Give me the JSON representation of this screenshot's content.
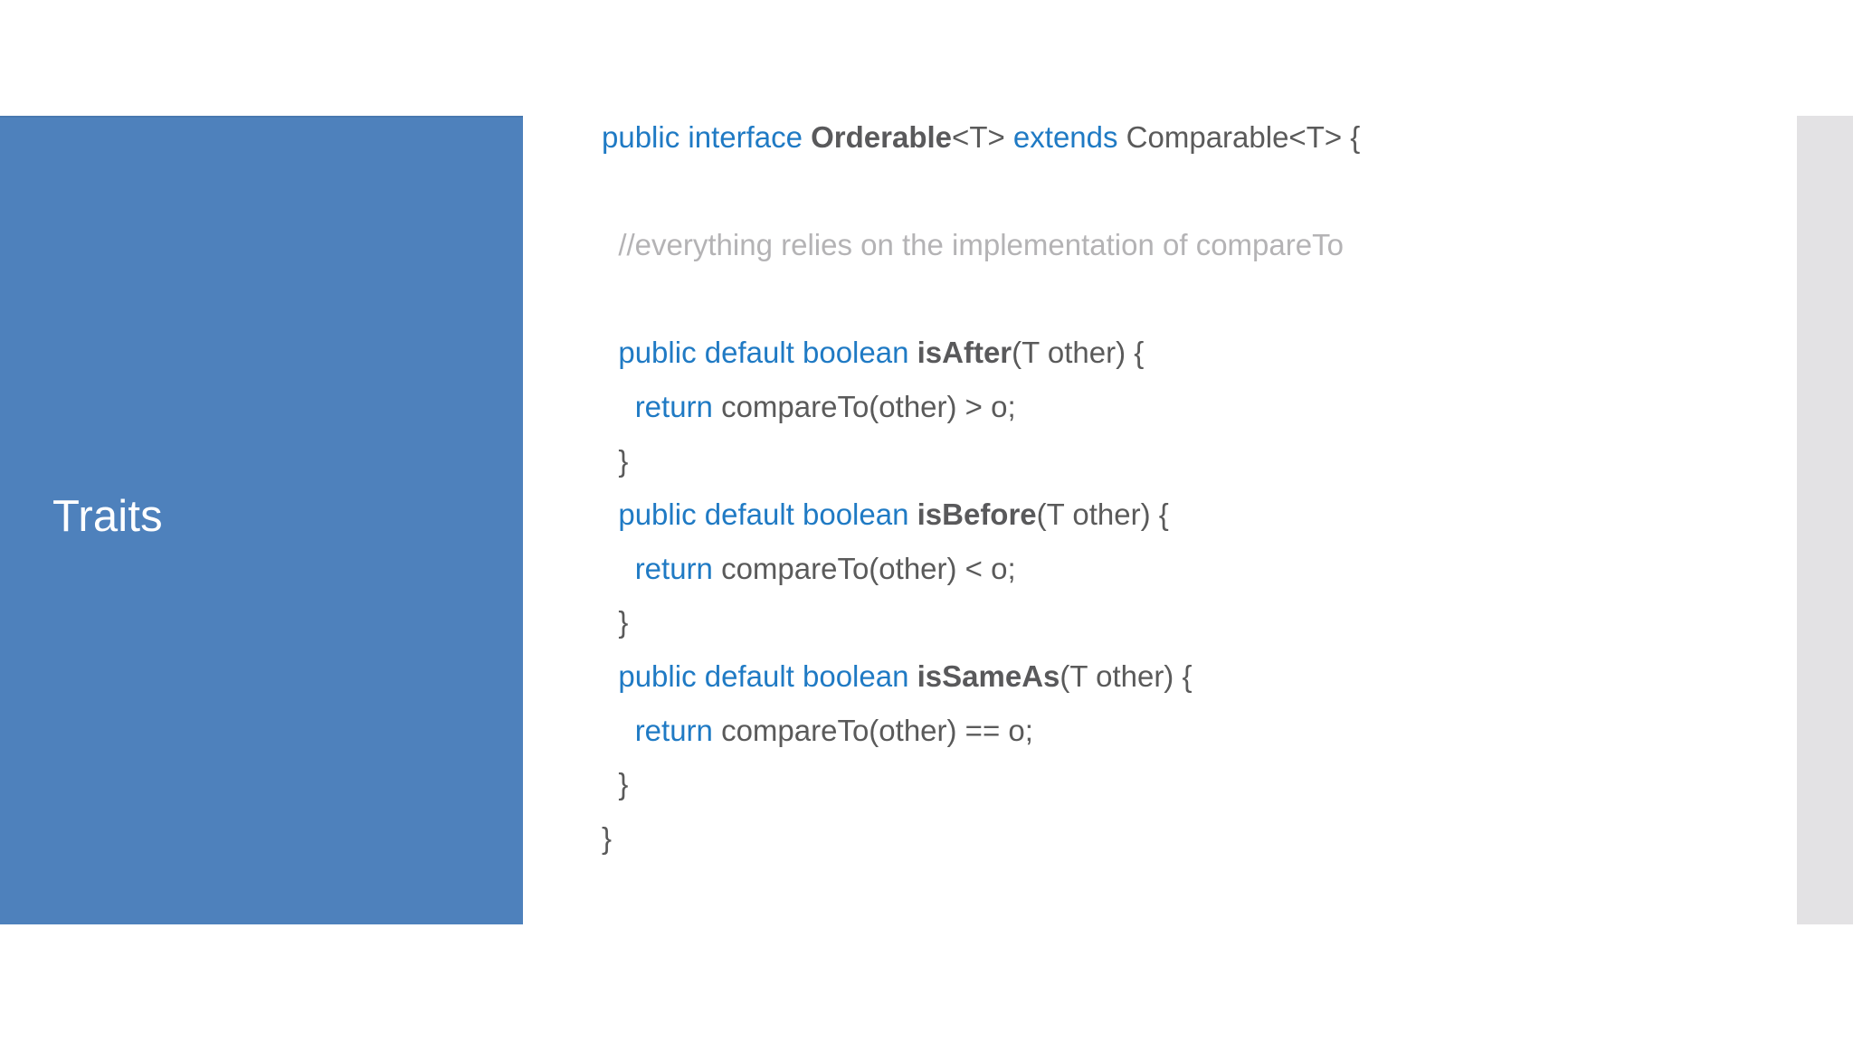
{
  "slide": {
    "title": "Traits",
    "theme": {
      "panel_color": "#4E81BC",
      "title_color": "#FFFFFF",
      "band_color": "#E3E2E4",
      "background": "#FFFFFF",
      "keyword_color": "#1F7AC4",
      "identifier_color": "#59595B",
      "plain_color": "#5A5A5A",
      "comment_color": "#B4B3B5"
    }
  },
  "code": {
    "language": "java",
    "full_text": "public interface Orderable<T> extends Comparable<T> {\n\n  //everything relies on the implementation of compareTo\n\n  public default boolean isAfter(T other) {\n    return compareTo(other) > o;\n  }\n  public default boolean isBefore(T other) {\n    return compareTo(other) < o;\n  }\n  public default boolean isSameAs(T other) {\n    return compareTo(other) == o;\n  }\n}",
    "lines": [
      {
        "id": "line-1",
        "indent": "",
        "tokens": [
          {
            "t": "public interface ",
            "k": "kw"
          },
          {
            "t": "Orderable",
            "k": "id"
          },
          {
            "t": "<T> ",
            "k": "pl"
          },
          {
            "t": "extends ",
            "k": "kw"
          },
          {
            "t": "Comparable<T> {",
            "k": "pl"
          }
        ]
      },
      {
        "id": "line-2",
        "indent": "",
        "tokens": []
      },
      {
        "id": "line-3",
        "indent": "  ",
        "tokens": [
          {
            "t": "//everything relies on the implementation of compareTo",
            "k": "cmt"
          }
        ]
      },
      {
        "id": "line-4",
        "indent": "",
        "tokens": []
      },
      {
        "id": "line-5",
        "indent": "  ",
        "tokens": [
          {
            "t": "public default boolean ",
            "k": "kw"
          },
          {
            "t": "isAfter",
            "k": "id"
          },
          {
            "t": "(T other) {",
            "k": "pl"
          }
        ]
      },
      {
        "id": "line-6",
        "indent": "    ",
        "tokens": [
          {
            "t": "return ",
            "k": "kw"
          },
          {
            "t": "compareTo(other) > o;",
            "k": "pl"
          }
        ]
      },
      {
        "id": "line-7",
        "indent": "  ",
        "tokens": [
          {
            "t": "}",
            "k": "pl"
          }
        ]
      },
      {
        "id": "line-8",
        "indent": "  ",
        "tokens": [
          {
            "t": "public default boolean ",
            "k": "kw"
          },
          {
            "t": "isBefore",
            "k": "id"
          },
          {
            "t": "(T other) {",
            "k": "pl"
          }
        ]
      },
      {
        "id": "line-9",
        "indent": "    ",
        "tokens": [
          {
            "t": "return ",
            "k": "kw"
          },
          {
            "t": "compareTo(other) < o;",
            "k": "pl"
          }
        ]
      },
      {
        "id": "line-10",
        "indent": "  ",
        "tokens": [
          {
            "t": "}",
            "k": "pl"
          }
        ]
      },
      {
        "id": "line-11",
        "indent": "  ",
        "tokens": [
          {
            "t": "public default boolean ",
            "k": "kw"
          },
          {
            "t": "isSameAs",
            "k": "id"
          },
          {
            "t": "(T other) {",
            "k": "pl"
          }
        ]
      },
      {
        "id": "line-12",
        "indent": "    ",
        "tokens": [
          {
            "t": "return ",
            "k": "kw"
          },
          {
            "t": "compareTo(other) == o;",
            "k": "pl"
          }
        ]
      },
      {
        "id": "line-13",
        "indent": "  ",
        "tokens": [
          {
            "t": "}",
            "k": "pl"
          }
        ]
      },
      {
        "id": "line-14",
        "indent": "",
        "tokens": [
          {
            "t": "}",
            "k": "pl"
          }
        ]
      }
    ]
  }
}
